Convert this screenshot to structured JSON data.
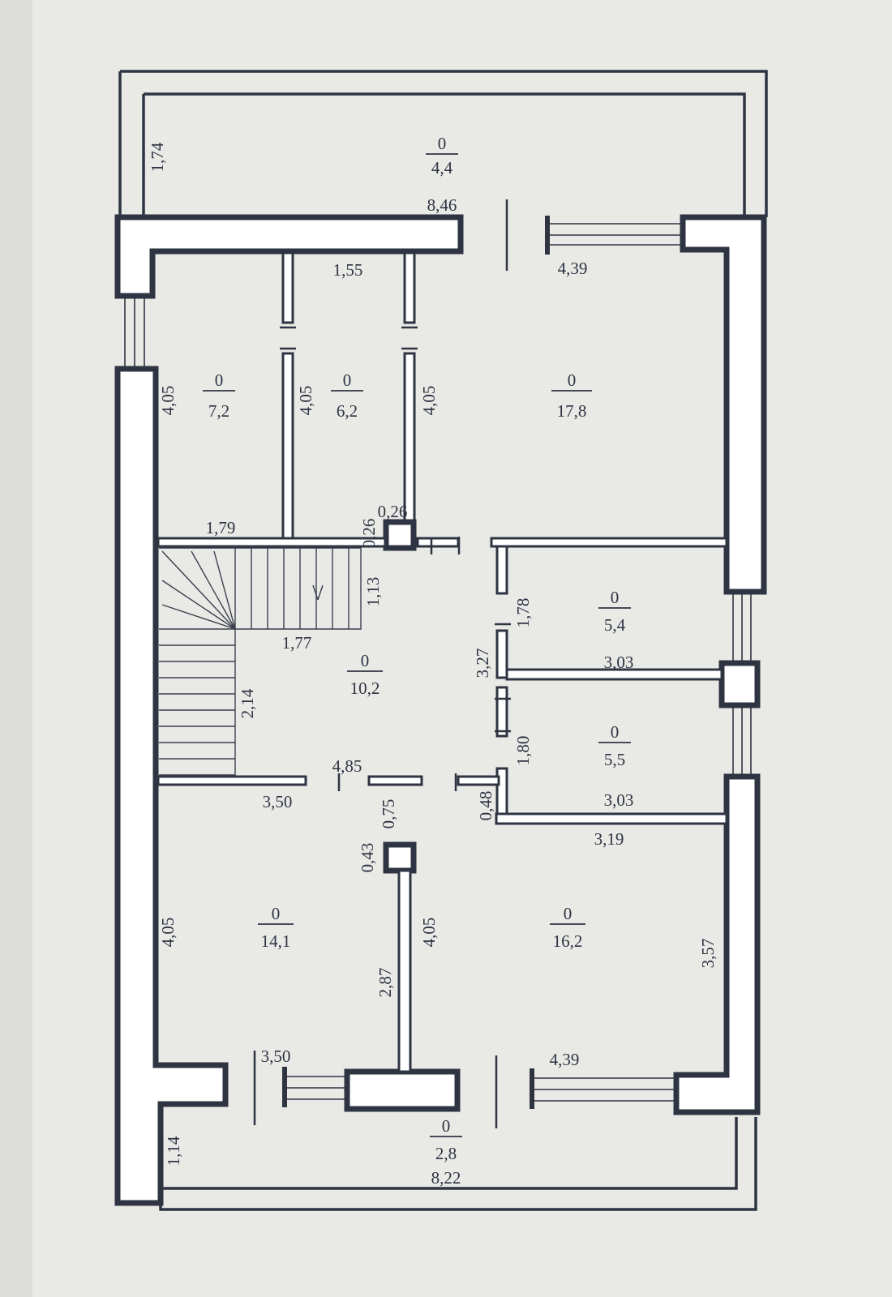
{
  "rooms": [
    {
      "id": "balcony-top",
      "code": "0",
      "area": "4,4"
    },
    {
      "id": "room-a",
      "code": "0",
      "area": "7,2"
    },
    {
      "id": "room-b",
      "code": "0",
      "area": "6,2"
    },
    {
      "id": "room-c",
      "code": "0",
      "area": "17,8"
    },
    {
      "id": "room-d",
      "code": "0",
      "area": "5,4"
    },
    {
      "id": "hall",
      "code": "0",
      "area": "10,2"
    },
    {
      "id": "room-e",
      "code": "0",
      "area": "5,5"
    },
    {
      "id": "room-f",
      "code": "0",
      "area": "14,1"
    },
    {
      "id": "room-g",
      "code": "0",
      "area": "16,2"
    },
    {
      "id": "balcony-bottom",
      "code": "0",
      "area": "2,8"
    }
  ],
  "dimensions": [
    "1,74",
    "8,46",
    "4,39",
    "1,55",
    "4,05",
    "4,05",
    "4,05",
    "0,26",
    "0,26",
    "1,79",
    "1,13",
    "1,77",
    "1,78",
    "3,03",
    "3,27",
    "2,14",
    "1,80",
    "3,03",
    "4,85",
    "3,50",
    "0,48",
    "0,75",
    "3,19",
    "0,43",
    "4,05",
    "4,05",
    "3,57",
    "2,87",
    "3,50",
    "4,39",
    "1,14",
    "8,22"
  ]
}
